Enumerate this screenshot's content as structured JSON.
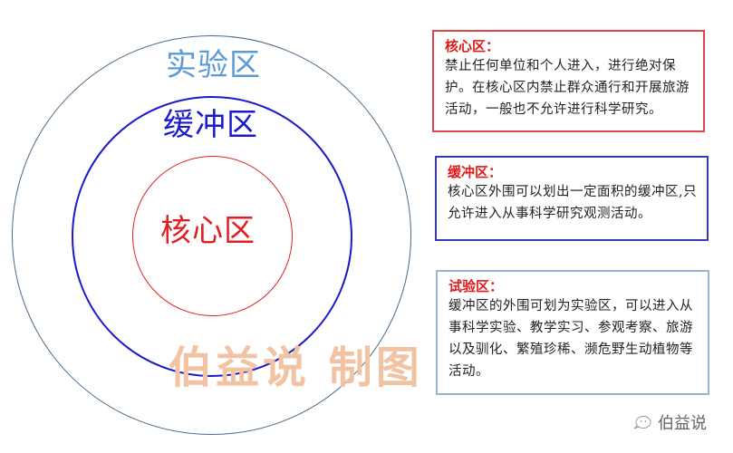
{
  "diagram": {
    "rings": [
      {
        "name": "outer",
        "label": "实验区",
        "color": "#5b9bd5",
        "stroke": "#4a6a8a"
      },
      {
        "name": "middle",
        "label": "缓冲区",
        "color": "#1a1acc",
        "stroke": "#1a1acc"
      },
      {
        "name": "inner",
        "label": "核心区",
        "color": "#e02020",
        "stroke": "#e02020"
      }
    ],
    "watermark": "伯益说 制图"
  },
  "boxes": [
    {
      "title": "核心区：",
      "text": "禁止任何单位和个人进入，进行绝对保护。在核心区内禁止群众通行和开展旅游活动，一般也不允许进行科学研究。",
      "border": "#d9474f"
    },
    {
      "title": "缓冲区：",
      "text": "核心区外围可以划出一定面积的缓冲区,只允许进入从事科学研究观测活动。",
      "border": "#3a3ab0"
    },
    {
      "title": "试验区：",
      "text": "缓冲区的外围可划为实验区，可以进入从事科学实验、教学实习、参观考察、旅游以及驯化、繁殖珍稀、濒危野生动植物等活动。",
      "border": "#9ab3cf"
    }
  ],
  "footer": {
    "icon": "wechat-icon",
    "account": "伯益说"
  }
}
